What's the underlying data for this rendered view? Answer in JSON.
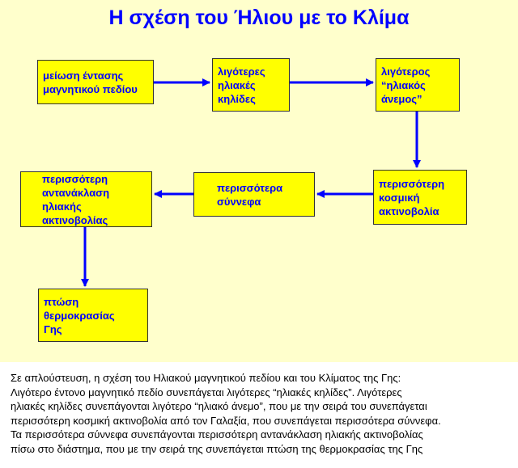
{
  "title": "Η σχέση του Ήλιου με το Κλίμα",
  "boxes": {
    "b1": "μείωση έντασης\nμαγνητικού πεδίου",
    "b2": "λιγότερες\nηλιακές\nκηλίδες",
    "b3": "λιγότερος\n“ηλιακός\nάνεμος”",
    "b4": "περισσότερη\nκοσμική\nακτινοβολία",
    "b5": "περισσότερα\nσύννεφα",
    "b6": "περισσότερη\nαντανάκλαση\nηλιακής\nακτινοβολίας",
    "b7": "πτώση\nθερμοκρασίας\nΓης"
  },
  "caption": [
    "Σε απλούστευση, η σχέση του Ηλιακού μαγνητικού πεδίου και του Κλίματος της Γης:",
    "Λιγότερο έντονο μαγνητικό πεδίο συνεπάγεται λιγότερες “ηλιακές κηλίδες”.  Λιγότερες",
    "ηλιακές κηλίδες συνεπάγονται λιγότερο “ηλιακό άνεμο”, που με την σειρά του συνεπάγεται",
    "περισσότερη κοσμική ακτινοβολία από τον Γαλαξία, που συνεπάγεται περισσότερα σύννεφα.",
    "Τα περισσότερα σύννεφα συνεπάγονται περισσότερη αντανάκλαση ηλιακής ακτινοβολίας",
    "πίσω στο διάστημα, που με την σειρά της συνεπάγεται πτώση της θερμοκρασίας της Γης"
  ],
  "colors": {
    "background": "#FFFFCC",
    "box_fill": "#FFFF00",
    "text": "#0000FF",
    "arrow": "#0000FF"
  }
}
